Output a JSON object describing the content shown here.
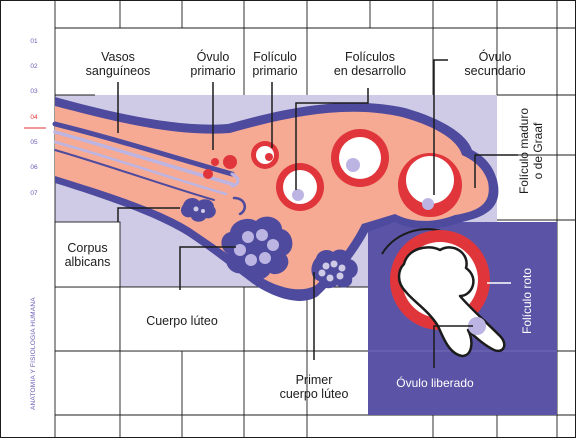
{
  "sidebar": {
    "numbers": [
      "01",
      "02",
      "03",
      "04",
      "05",
      "06",
      "07"
    ],
    "active_index": 3,
    "vertical_caption": "ANATOMIA Y FISIOLOGIA HUMANA"
  },
  "labels": {
    "vasos": "Vasos\nsanguíneos",
    "ovulo_primario": "Óvulo\nprimario",
    "foliculo_primario": "Folículo\nprimario",
    "foliculos_desarrollo": "Folículos\nen desarrollo",
    "ovulo_secundario": "Óvulo\nsecundario",
    "foliculo_maduro": "Folículo maduro\no de Graaf",
    "corpus_albicans": "Corpus\nalbicans",
    "cuerpo_luteo": "Cuerpo lúteo",
    "primer_cuerpo_luteo": "Primer\ncuerpo lúteo",
    "foliculo_roto": "Folículo roto",
    "ovulo_liberado": "Óvulo liberado"
  },
  "colors": {
    "ovary_fill": "#f7aa93",
    "ovary_outline": "#4e4b9e",
    "background_band": "#cfcbe6",
    "follicle_red": "#e0363b",
    "ovum_lilac": "#bcb4e2",
    "rupture_box": "#5b54a6",
    "line": "#1c1c1c"
  }
}
